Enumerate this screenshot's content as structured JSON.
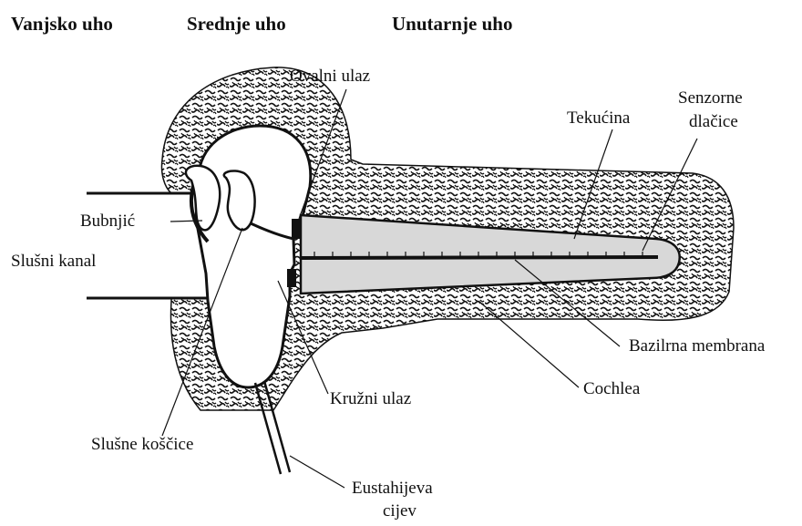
{
  "headers": {
    "outer": "Vanjsko uho",
    "middle": "Srednje uho",
    "inner": "Unutarnje uho"
  },
  "labels": {
    "oval_window": "Ovalni ulaz",
    "fluid": "Tekućina",
    "hair_cells_line1": "Senzorne",
    "hair_cells_line2": "dlačice",
    "eardrum": "Bubnjić",
    "ear_canal": "Slušni kanal",
    "basilar_membrane": "Bazilrna membrana",
    "cochlea": "Cochlea",
    "round_window": "Kružni ulaz",
    "ossicles": "Slušne koščice",
    "eustachian_line1": "Eustahijeva",
    "eustachian_line2": "cijev"
  }
}
